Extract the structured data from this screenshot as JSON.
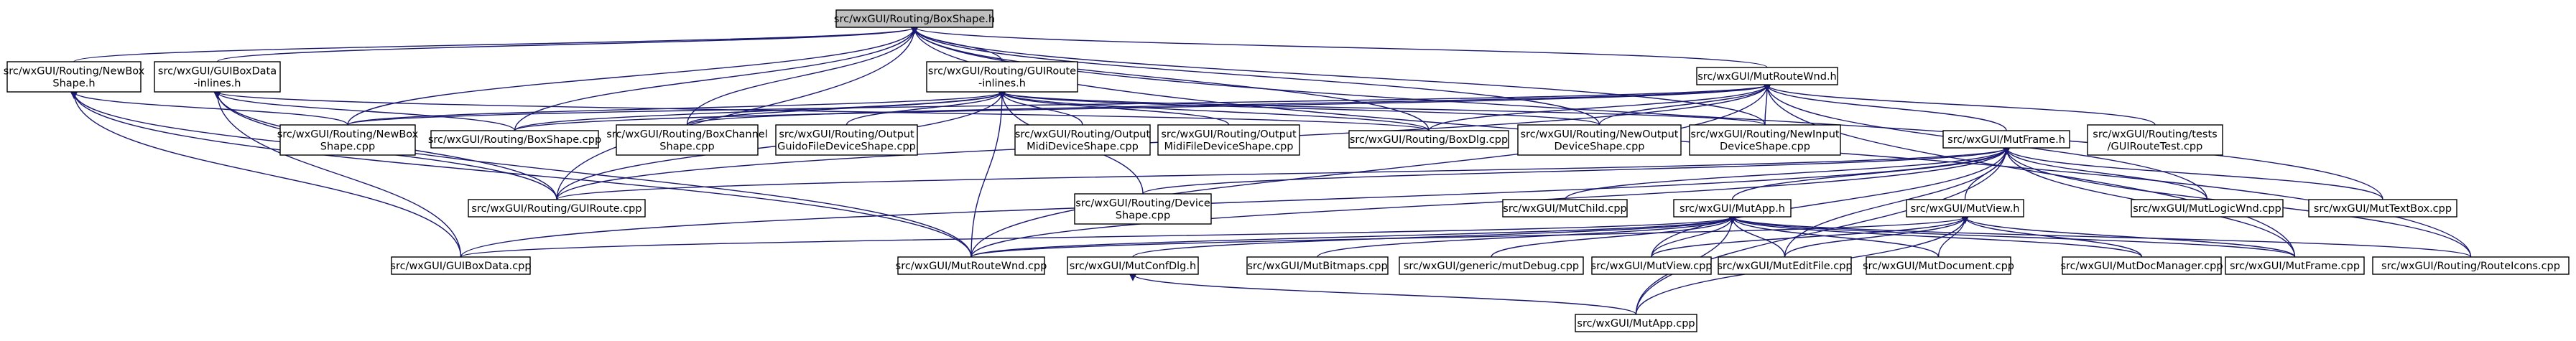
{
  "graph": {
    "colors": {
      "edge": "#191970",
      "node_fill": "#ffffff",
      "root_fill": "#bfbfbf",
      "border": "#000000"
    },
    "nodes": [
      {
        "id": "root",
        "lines": [
          "src/wxGUI/Routing/BoxShape.h"
        ],
        "root": true
      },
      {
        "id": "newboxh",
        "lines": [
          "src/wxGUI/Routing/NewBox",
          "Shape.h"
        ]
      },
      {
        "id": "boxdatah",
        "lines": [
          "src/wxGUI/GUIBoxData",
          "-inlines.h"
        ]
      },
      {
        "id": "routeh",
        "lines": [
          "src/wxGUI/Routing/GUIRoute",
          "-inlines.h"
        ]
      },
      {
        "id": "mutroutewndh",
        "lines": [
          "src/wxGUI/MutRouteWnd.h"
        ]
      },
      {
        "id": "newboxcpp",
        "lines": [
          "src/wxGUI/Routing/NewBox",
          "Shape.cpp"
        ]
      },
      {
        "id": "boxshapecpp",
        "lines": [
          "src/wxGUI/Routing/BoxShape.cpp"
        ]
      },
      {
        "id": "boxchannelcpp",
        "lines": [
          "src/wxGUI/Routing/BoxChannel",
          "Shape.cpp"
        ]
      },
      {
        "id": "outguidocpp",
        "lines": [
          "src/wxGUI/Routing/Output",
          "GuidoFileDeviceShape.cpp"
        ]
      },
      {
        "id": "outmidicpp",
        "lines": [
          "src/wxGUI/Routing/Output",
          "MidiDeviceShape.cpp"
        ]
      },
      {
        "id": "outmidifilecpp",
        "lines": [
          "src/wxGUI/Routing/Output",
          "MidiFileDeviceShape.cpp"
        ]
      },
      {
        "id": "boxdlgcpp",
        "lines": [
          "src/wxGUI/Routing/BoxDlg.cpp"
        ]
      },
      {
        "id": "newoutcpp",
        "lines": [
          "src/wxGUI/Routing/NewOutput",
          "DeviceShape.cpp"
        ]
      },
      {
        "id": "newincpp",
        "lines": [
          "src/wxGUI/Routing/NewInput",
          "DeviceShape.cpp"
        ]
      },
      {
        "id": "mutframeh",
        "lines": [
          "src/wxGUI/MutFrame.h"
        ]
      },
      {
        "id": "testscpp",
        "lines": [
          "src/wxGUI/Routing/tests",
          "/GUIRouteTest.cpp"
        ]
      },
      {
        "id": "guiroutecpp",
        "lines": [
          "src/wxGUI/Routing/GUIRoute.cpp"
        ]
      },
      {
        "id": "deviceshapecpp",
        "lines": [
          "src/wxGUI/Routing/Device",
          "Shape.cpp"
        ]
      },
      {
        "id": "mutchildcpp",
        "lines": [
          "src/wxGUI/MutChild.cpp"
        ]
      },
      {
        "id": "mutapph",
        "lines": [
          "src/wxGUI/MutApp.h"
        ]
      },
      {
        "id": "mutviewh",
        "lines": [
          "src/wxGUI/MutView.h"
        ]
      },
      {
        "id": "mutlogicwndcpp",
        "lines": [
          "src/wxGUI/MutLogicWnd.cpp"
        ]
      },
      {
        "id": "muttextboxcpp",
        "lines": [
          "src/wxGUI/MutTextBox.cpp"
        ]
      },
      {
        "id": "guiboxdatacpp",
        "lines": [
          "src/wxGUI/GUIBoxData.cpp"
        ]
      },
      {
        "id": "mutroutewndcpp",
        "lines": [
          "src/wxGUI/MutRouteWnd.cpp"
        ]
      },
      {
        "id": "mutconfdlgh",
        "lines": [
          "src/wxGUI/MutConfDlg.h"
        ]
      },
      {
        "id": "mutbitmapscpp",
        "lines": [
          "src/wxGUI/MutBitmaps.cpp"
        ]
      },
      {
        "id": "mutdebugcpp",
        "lines": [
          "src/wxGUI/generic/mutDebug.cpp"
        ]
      },
      {
        "id": "mutviewcpp",
        "lines": [
          "src/wxGUI/MutView.cpp"
        ]
      },
      {
        "id": "muteditfilecpp",
        "lines": [
          "src/wxGUI/MutEditFile.cpp"
        ]
      },
      {
        "id": "mutdocumentcpp",
        "lines": [
          "src/wxGUI/MutDocument.cpp"
        ]
      },
      {
        "id": "mutdocmanagercpp",
        "lines": [
          "src/wxGUI/MutDocManager.cpp"
        ]
      },
      {
        "id": "mutframecpp",
        "lines": [
          "src/wxGUI/MutFrame.cpp"
        ]
      },
      {
        "id": "routeiconscpp",
        "lines": [
          "src/wxGUI/Routing/RouteIcons.cpp"
        ]
      },
      {
        "id": "mutappcpp",
        "lines": [
          "src/wxGUI/MutApp.cpp"
        ]
      }
    ],
    "edges": [
      [
        "root",
        "newboxh"
      ],
      [
        "root",
        "boxdatah"
      ],
      [
        "root",
        "routeh"
      ],
      [
        "root",
        "mutroutewndh"
      ],
      [
        "root",
        "newboxcpp"
      ],
      [
        "root",
        "boxshapecpp"
      ],
      [
        "root",
        "boxchannelcpp"
      ],
      [
        "root",
        "boxdlgcpp"
      ],
      [
        "root",
        "newoutcpp"
      ],
      [
        "root",
        "newincpp"
      ],
      [
        "root",
        "guiroutecpp"
      ],
      [
        "root",
        "muttextboxcpp"
      ],
      [
        "root",
        "routeiconscpp"
      ],
      [
        "newboxh",
        "newboxcpp"
      ],
      [
        "newboxh",
        "guiroutecpp"
      ],
      [
        "newboxh",
        "guiboxdatacpp"
      ],
      [
        "newboxh",
        "mutroutewndcpp"
      ],
      [
        "boxdatah",
        "boxshapecpp"
      ],
      [
        "boxdatah",
        "boxdlgcpp"
      ],
      [
        "boxdatah",
        "guiroutecpp"
      ],
      [
        "boxdatah",
        "guiboxdatacpp"
      ],
      [
        "boxdatah",
        "mutroutewndcpp"
      ],
      [
        "routeh",
        "newboxcpp"
      ],
      [
        "routeh",
        "boxshapecpp"
      ],
      [
        "routeh",
        "boxchannelcpp"
      ],
      [
        "routeh",
        "outguidocpp"
      ],
      [
        "routeh",
        "outmidicpp"
      ],
      [
        "routeh",
        "outmidifilecpp"
      ],
      [
        "routeh",
        "boxdlgcpp"
      ],
      [
        "routeh",
        "newoutcpp"
      ],
      [
        "routeh",
        "newincpp"
      ],
      [
        "routeh",
        "guiroutecpp"
      ],
      [
        "routeh",
        "deviceshapecpp"
      ],
      [
        "routeh",
        "mutroutewndcpp"
      ],
      [
        "mutroutewndh",
        "newboxcpp"
      ],
      [
        "mutroutewndh",
        "boxshapecpp"
      ],
      [
        "mutroutewndh",
        "boxchannelcpp"
      ],
      [
        "mutroutewndh",
        "boxdlgcpp"
      ],
      [
        "mutroutewndh",
        "newoutcpp"
      ],
      [
        "mutroutewndh",
        "newincpp"
      ],
      [
        "mutroutewndh",
        "mutframeh"
      ],
      [
        "mutroutewndh",
        "testscpp"
      ],
      [
        "mutroutewndh",
        "guiroutecpp"
      ],
      [
        "mutroutewndh",
        "mutlogicwndcpp"
      ],
      [
        "mutroutewndh",
        "mutroutewndcpp"
      ],
      [
        "mutroutewndh",
        "mutframecpp"
      ],
      [
        "mutframeh",
        "guiroutecpp"
      ],
      [
        "mutframeh",
        "deviceshapecpp"
      ],
      [
        "mutframeh",
        "mutchildcpp"
      ],
      [
        "mutframeh",
        "mutapph"
      ],
      [
        "mutframeh",
        "mutviewh"
      ],
      [
        "mutframeh",
        "mutlogicwndcpp"
      ],
      [
        "mutframeh",
        "muttextboxcpp"
      ],
      [
        "mutframeh",
        "guiboxdatacpp"
      ],
      [
        "mutframeh",
        "mutroutewndcpp"
      ],
      [
        "mutframeh",
        "mutviewcpp"
      ],
      [
        "mutframeh",
        "muteditfilecpp"
      ],
      [
        "mutframeh",
        "mutframecpp"
      ],
      [
        "mutframeh",
        "routeiconscpp"
      ],
      [
        "mutframeh",
        "mutappcpp"
      ],
      [
        "mutapph",
        "guiboxdatacpp"
      ],
      [
        "mutapph",
        "mutroutewndcpp"
      ],
      [
        "mutapph",
        "mutconfdlgh"
      ],
      [
        "mutapph",
        "mutbitmapscpp"
      ],
      [
        "mutapph",
        "mutdebugcpp"
      ],
      [
        "mutapph",
        "mutviewcpp"
      ],
      [
        "mutapph",
        "muteditfilecpp"
      ],
      [
        "mutapph",
        "mutdocumentcpp"
      ],
      [
        "mutapph",
        "mutdocmanagercpp"
      ],
      [
        "mutapph",
        "mutframecpp"
      ],
      [
        "mutapph",
        "routeiconscpp"
      ],
      [
        "mutapph",
        "mutappcpp"
      ],
      [
        "mutviewh",
        "mutroutewndcpp"
      ],
      [
        "mutviewh",
        "mutviewcpp"
      ],
      [
        "mutviewh",
        "muteditfilecpp"
      ],
      [
        "mutviewh",
        "mutdocumentcpp"
      ],
      [
        "mutviewh",
        "mutdocmanagercpp"
      ],
      [
        "mutviewh",
        "mutframecpp"
      ],
      [
        "mutviewh",
        "mutappcpp"
      ],
      [
        "mutconfdlgh",
        "mutappcpp"
      ]
    ]
  }
}
